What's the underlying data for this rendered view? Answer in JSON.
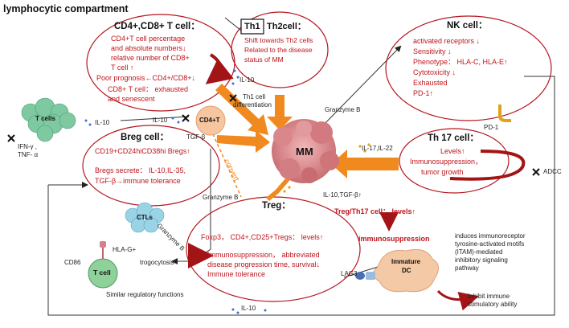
{
  "compartment_title": "lymphocytic compartment",
  "center": {
    "label": "MM"
  },
  "cd48": {
    "title": "CD4+,CD8+ T cell：",
    "lines": [
      "CD4+T cell percentage",
      "and absolute numbers↓",
      "relative number of CD8+",
      "T cell ↑",
      "Poor prognosis←CD4+/CD8+↓",
      "CD8+ T cell： exhausted",
      "and senescent"
    ]
  },
  "th1": {
    "th1_label": "Th1",
    "th2_label": "Th2cell：",
    "lines": [
      "Shift towards Th2 cells",
      "Related to the disease",
      "status of MM"
    ]
  },
  "nk": {
    "title": "NK cell：",
    "lines": [
      "activated receptors ↓",
      "Sensitivity ↓",
      "Phenotype： HLA-C, HLA-E↑",
      "Cytotoxicity ↓",
      "Exhausted",
      "PD-1↑"
    ]
  },
  "breg": {
    "title": "Breg cell：",
    "lines": [
      "CD19+CD24hiCD38hi Bregs↑",
      "Bregs secrete： IL-10,IL-35,",
      "TGF-β→immune tolerance"
    ]
  },
  "th17": {
    "title": "Th 17 cell：",
    "lines": [
      "Levels↑",
      "Immunosuppression，",
      "tumor growth"
    ]
  },
  "treg": {
    "title": "Treg：",
    "lines": [
      "Foxp3， CD4+,CD25+Tregs： levels↑",
      "Immunosuppression， abbreviated",
      "disease progression time, survival↓",
      "Immune tolerance"
    ]
  },
  "treg_th17": {
    "ratio": "Treg/Th17 cell： levels↑",
    "effect": "immunosuppression"
  },
  "cells": {
    "t_cells": "T cells",
    "cd4t": "CD4+T",
    "ctls": "CTLs",
    "t_cell": "T cell",
    "immature_dc": [
      "Immature",
      "DC"
    ]
  },
  "labels": {
    "il10_top": "IL-10",
    "th1_diff": [
      "Th1 cell",
      "differentiation"
    ],
    "il10_left": "IL-10",
    "il10_mid": "IL-10",
    "tgf_b": "TGF-β",
    "ifn_tnf": [
      "IFN-γ ,",
      "TNF- α"
    ],
    "convert": "convert",
    "granzyme_nk": "Granzyme B",
    "granzyme_treg": "Granzyme B",
    "granzyme_ctl": "Granzyme B",
    "il17_22": "IL-17,IL-22",
    "il10_tgf": "IL-10,TGF-β↑",
    "pd1": "PD-1",
    "adcc": "ADCC",
    "hla_g": "HLA-G+",
    "cd86": "CD86",
    "trogocytosis": "trogocytosis",
    "similar_reg": "Similar regulatory functions",
    "lag3": "LAG3",
    "il10_bottom": "IL-10",
    "itam": [
      "induces immunoreceptor",
      "tyrosine-activated motifs",
      "(ITAM)-mediated",
      "inhibitory signaling",
      "pathway"
    ],
    "inhibit": [
      "Inhibit immune",
      "stimulatory ability"
    ]
  },
  "colors": {
    "ellipse_red": "#b5161f",
    "arrow_orange": "#f08a1f",
    "arrow_darkred": "#a31416",
    "text_red": "#c0141c",
    "tumor": "#d98a8d",
    "t_cells_green": "#7ec9a0",
    "cd4t_peach": "#f6c6a0",
    "ctls_blue": "#9ad3e6",
    "t_cell_green": "#8fd19a",
    "dc_peach": "#f4c9a6",
    "pd1_gold": "#e0a21c"
  }
}
